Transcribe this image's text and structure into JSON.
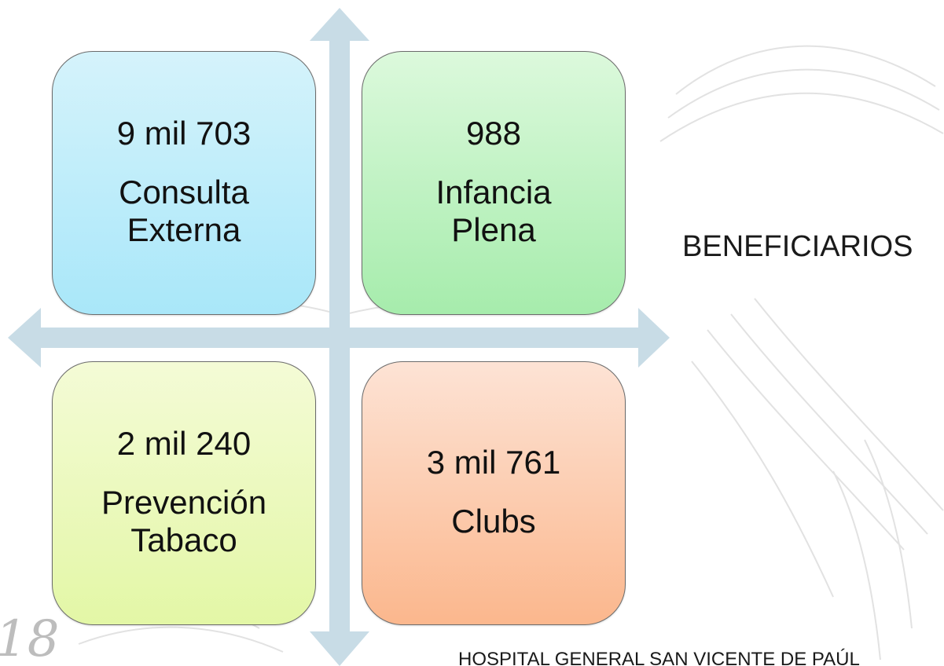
{
  "quadrants": [
    {
      "value": "9 mil 703",
      "label_line1": "Consulta",
      "label_line2": "Externa"
    },
    {
      "value": "988",
      "label_line1": "Infancia",
      "label_line2": "Plena"
    },
    {
      "value": "2 mil 240",
      "label_line1": "Prevención",
      "label_line2": "Tabaco"
    },
    {
      "value": "3 mil 761",
      "label_line1": "Clubs",
      "label_line2": ""
    }
  ],
  "side_label": "BENEFICIARIOS",
  "footer": "HOSPITAL GENERAL SAN VICENTE DE PAÚL",
  "year_fragment": "18",
  "colors": {
    "arrow": "#c8dce6",
    "consulta_fill": "#a9e7f9",
    "infancia_fill": "#a6ecac",
    "prevencion_fill": "#e3f7a6",
    "clubs_fill": "#fbb78d",
    "watermark": "#dadada"
  }
}
